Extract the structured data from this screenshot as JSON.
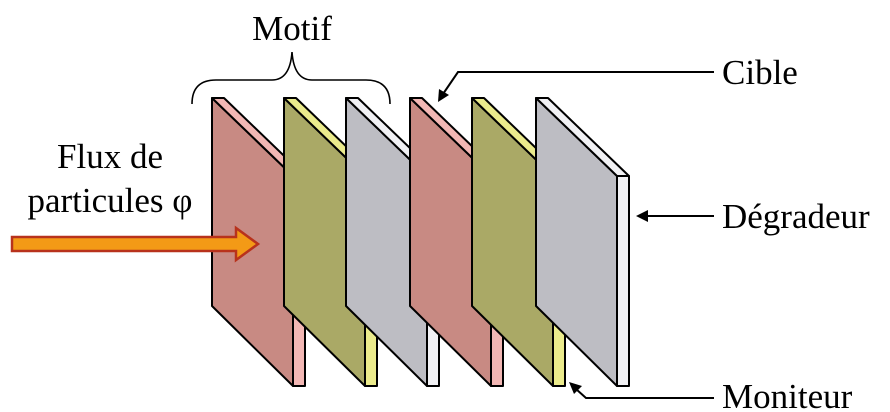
{
  "labels": {
    "motif": "Motif",
    "flux_line1": "Flux de",
    "flux_line2": "particules φ",
    "cible": "Cible",
    "degradeur": "Dégradeur",
    "moniteur": "Moniteur"
  },
  "stack": {
    "plate_order": [
      "cible",
      "moniteur",
      "degradeur",
      "cible",
      "moniteur",
      "degradeur"
    ],
    "motif_repeats": 2
  },
  "colors": {
    "cible_face": "#c88a83",
    "cible_edge": "#f2b7b4",
    "moniteur_face": "#aaa966",
    "moniteur_edge": "#ebeb8c",
    "degradeur_face": "#bdbdc3",
    "degradeur_edge": "#f1f1f4",
    "beam_fill": "#f39a16",
    "beam_outline": "#b8321c",
    "outline": "#000000"
  }
}
